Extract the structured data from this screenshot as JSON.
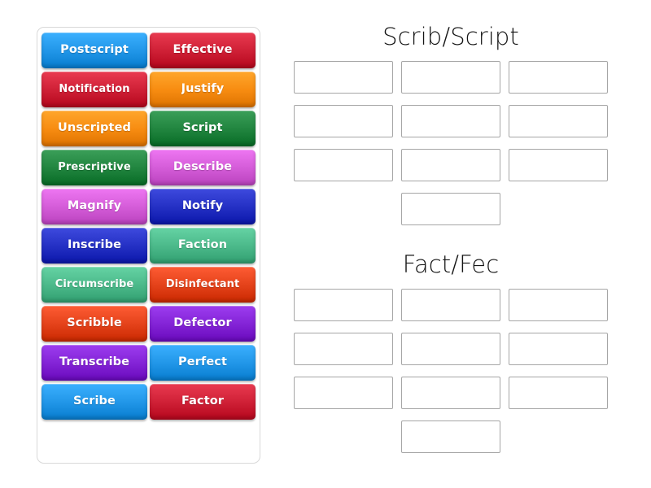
{
  "activity": {
    "type": "group-sort",
    "tray": {
      "name": "word-tile-tray",
      "tiles": [
        {
          "label": "Postscript",
          "color": "#2196e8"
        },
        {
          "label": "Effective",
          "color": "#cf2036"
        },
        {
          "label": "Notification",
          "color": "#cf2036"
        },
        {
          "label": "Justify",
          "color": "#f78c11"
        },
        {
          "label": "Unscripted",
          "color": "#f78c11"
        },
        {
          "label": "Script",
          "color": "#21853f"
        },
        {
          "label": "Prescriptive",
          "color": "#21853f"
        },
        {
          "label": "Describe",
          "color": "#d45cd8"
        },
        {
          "label": "Magnify",
          "color": "#d45cd8"
        },
        {
          "label": "Notify",
          "color": "#2430c4"
        },
        {
          "label": "Inscribe",
          "color": "#2430c4"
        },
        {
          "label": "Faction",
          "color": "#4bb98a"
        },
        {
          "label": "Circumscribe",
          "color": "#4bb98a"
        },
        {
          "label": "Disinfectant",
          "color": "#e4421a"
        },
        {
          "label": "Scribble",
          "color": "#e4421a"
        },
        {
          "label": "Defector",
          "color": "#8323d6"
        },
        {
          "label": "Transcribe",
          "color": "#8323d6"
        },
        {
          "label": "Perfect",
          "color": "#2196e8"
        },
        {
          "label": "Scribe",
          "color": "#2196e8"
        },
        {
          "label": "Factor",
          "color": "#cf2036"
        }
      ]
    },
    "groups": [
      {
        "name": "scrib-script",
        "heading": "Scrib/Script",
        "slots": [
          "",
          "",
          "",
          "",
          "",
          "",
          "",
          "",
          "",
          ""
        ]
      },
      {
        "name": "fact-fec",
        "heading": "Fact/Fec",
        "slots": [
          "",
          "",
          "",
          "",
          "",
          "",
          "",
          "",
          "",
          ""
        ]
      }
    ]
  },
  "colors": {
    "page_background": "#ffffff",
    "tray_border": "#d8d8d8",
    "drop_zone_border": "#a6a6a6",
    "heading_text": "#141414",
    "tile_text": "#ffffff"
  }
}
